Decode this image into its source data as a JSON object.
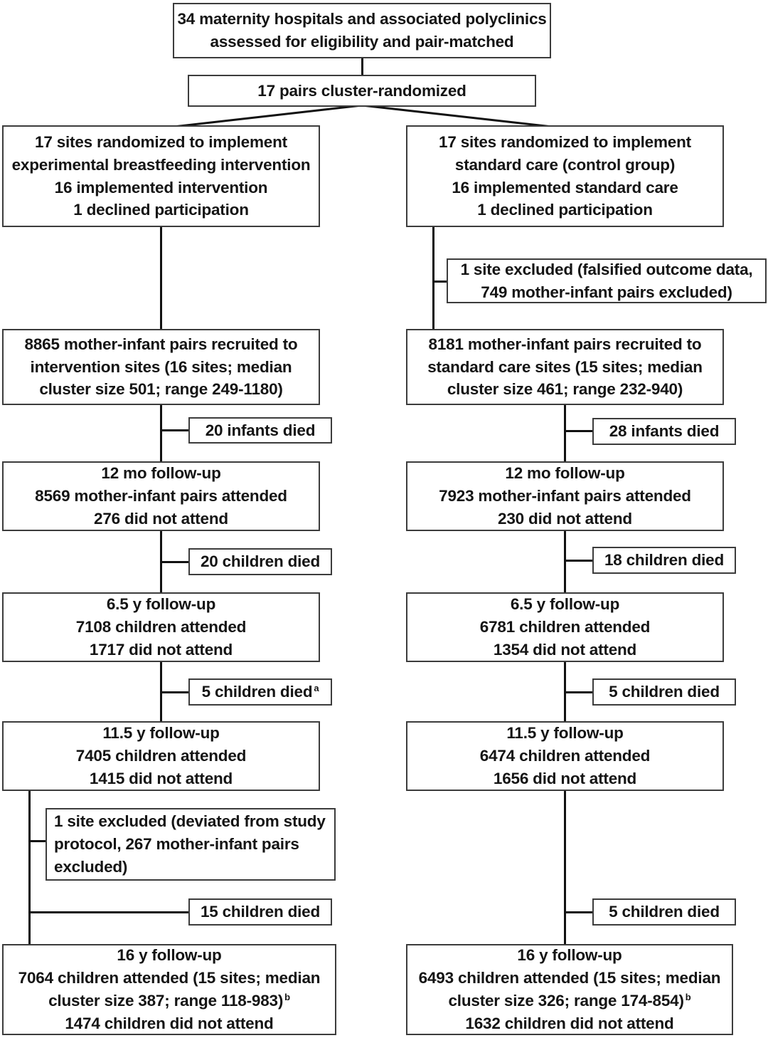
{
  "diagram": {
    "title": "CONSORT participant flow diagram",
    "type": "flowchart",
    "colors": {
      "box_border": "#3c3c3c",
      "connector": "#111111",
      "text": "#141414",
      "background": "#ffffff"
    },
    "top": {
      "eligibility": {
        "line1": "34 maternity hospitals and associated polyclinics",
        "line2": "assessed for eligibility and pair-matched"
      },
      "randomization": {
        "line1": "17 pairs cluster-randomized"
      }
    },
    "intervention_arm": {
      "allocation": {
        "line1": "17 sites randomized to implement",
        "line2": "experimental breastfeeding intervention",
        "line3": "16 implemented intervention",
        "line4": "1 declined participation"
      },
      "recruited": {
        "line1": "8865 mother-infant pairs recruited to",
        "line2": "intervention sites (16 sites; median",
        "line3": "cluster size 501; range 249-1180)"
      },
      "infant_deaths": {
        "line1": "20 infants died"
      },
      "followup_12mo": {
        "line1": "12 mo follow-up",
        "line2": "8569 mother-infant pairs attended",
        "line3": "276 did not attend"
      },
      "deaths_after_12mo": {
        "line1": "20 children died"
      },
      "followup_6_5y": {
        "line1": "6.5 y follow-up",
        "line2": "7108 children attended",
        "line3": "1717 did not attend"
      },
      "deaths_after_6_5y": {
        "line1": "5 children died",
        "footnote": "a"
      },
      "followup_11_5y": {
        "line1": "11.5 y follow-up",
        "line2": "7405 children attended",
        "line3": "1415 did not attend"
      },
      "site_excluded": {
        "text": "1 site excluded (deviated from study protocol, 267 mother-infant pairs excluded)"
      },
      "deaths_after_11_5y": {
        "line1": "15 children died"
      },
      "followup_16y": {
        "line1": "16 y follow-up",
        "line2": "7064 children attended (15 sites; median",
        "line3": "cluster size 387; range 118-983)",
        "line3_footnote": "b",
        "line4": "1474 children did not attend"
      }
    },
    "control_arm": {
      "allocation": {
        "line1": "17 sites randomized to implement",
        "line2": "standard care (control group)",
        "line3": "16 implemented standard care",
        "line4": "1 declined participation"
      },
      "site_excluded": {
        "line1": "1 site excluded (falsified outcome data,",
        "line2": "749 mother-infant pairs excluded)"
      },
      "recruited": {
        "line1": "8181 mother-infant pairs recruited to",
        "line2": "standard care sites (15 sites; median",
        "line3": "cluster size 461; range 232-940)"
      },
      "infant_deaths": {
        "line1": "28 infants died"
      },
      "followup_12mo": {
        "line1": "12 mo follow-up",
        "line2": "7923 mother-infant pairs attended",
        "line3": "230 did not attend"
      },
      "deaths_after_12mo": {
        "line1": "18 children died"
      },
      "followup_6_5y": {
        "line1": "6.5 y follow-up",
        "line2": "6781 children attended",
        "line3": "1354 did not attend"
      },
      "deaths_after_6_5y": {
        "line1": "5 children died"
      },
      "followup_11_5y": {
        "line1": "11.5 y follow-up",
        "line2": "6474 children attended",
        "line3": "1656 did not attend"
      },
      "deaths_after_11_5y": {
        "line1": "5 children died"
      },
      "followup_16y": {
        "line1": "16 y follow-up",
        "line2": "6493 children attended (15 sites; median",
        "line3": "cluster size 326; range 174-854)",
        "line3_footnote": "b",
        "line4": "1632 children did not attend"
      }
    }
  }
}
